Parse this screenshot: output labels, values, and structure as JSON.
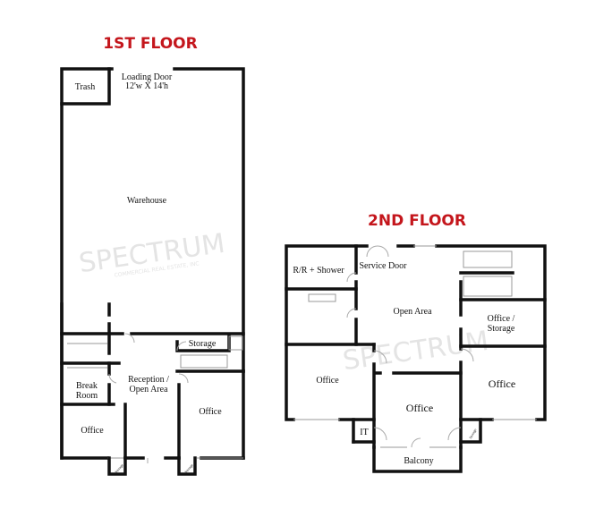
{
  "floor1": {
    "title": "1ST FLOOR",
    "rooms": {
      "trash": "Trash",
      "loading_door_line1": "Loading Door",
      "loading_door_line2": "12'w X 14'h",
      "warehouse": "Warehouse",
      "storage": "Storage",
      "reception_line1": "Reception /",
      "reception_line2": "Open Area",
      "break_line1": "Break",
      "break_line2": "Room",
      "office_left": "Office",
      "office_right": "Office",
      "storage_small_1": "Storage",
      "storage_small_2": "Storage"
    }
  },
  "floor2": {
    "title": "2ND FLOOR",
    "rooms": {
      "rr_shower": "R/R + Shower",
      "service_door": "Service Door",
      "open_area": "Open Area",
      "office_storage_line1": "Office /",
      "office_storage_line2": "Storage",
      "office_left": "Office",
      "office_center": "Office",
      "office_right": "Office",
      "it": "IT",
      "balcony": "Balcony",
      "storage_small": "Storage"
    }
  },
  "watermark": {
    "brand": "SPECTRUM",
    "tagline": "COMMERCIAL REAL ESTATE, INC"
  },
  "colors": {
    "title": "#c4161c",
    "walls": "#111111"
  }
}
